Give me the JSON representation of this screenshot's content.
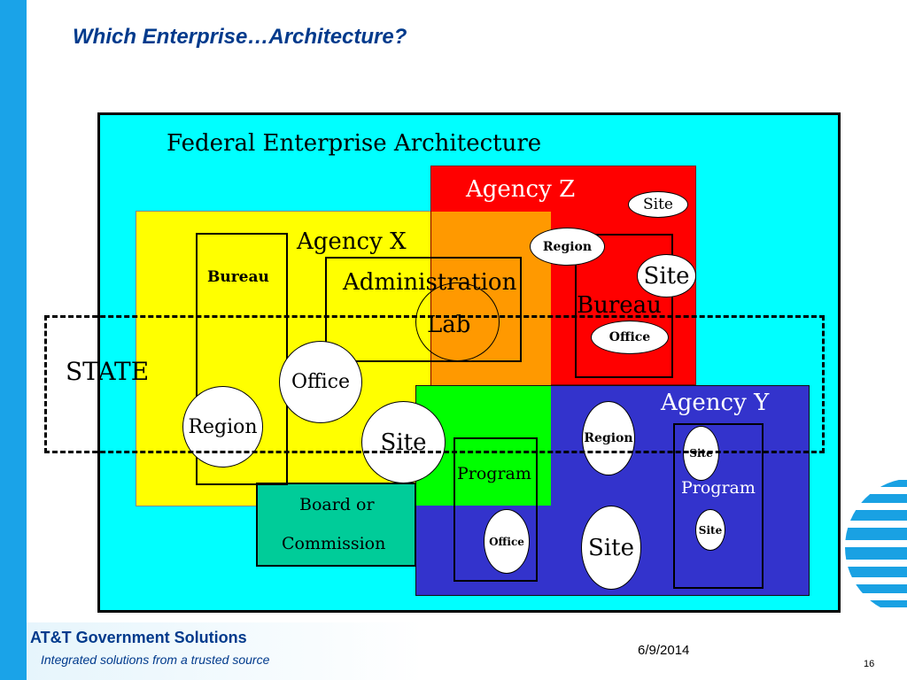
{
  "slide": {
    "title": "Which Enterprise…Architecture?",
    "footer": {
      "company": "AT&T Government Solutions",
      "tagline": "Integrated solutions from a trusted source",
      "date": "6/9/2014",
      "page_number": "16"
    }
  },
  "diagram": {
    "federal": "Federal Enterprise Architecture",
    "state": "STATE",
    "agency_x": {
      "label": "Agency X",
      "bureau": "Bureau",
      "administration": "Administration",
      "lab": "Lab",
      "office": "Office",
      "region": "Region",
      "site": "Site",
      "board_line1": "Board or",
      "board_line2": "Commission"
    },
    "agency_z": {
      "label": "Agency Z",
      "site_top": "Site",
      "region": "Region",
      "site": "Site",
      "bureau": "Bureau",
      "office": "Office"
    },
    "agency_y": {
      "label": "Agency Y",
      "program_left": "Program",
      "office": "Office",
      "region": "Region",
      "site": "Site",
      "program_right": "Program",
      "site_upper": "Site",
      "site_lower": "Site"
    }
  },
  "colors": {
    "sidebar": "#1aa3e8",
    "federal_bg": "#00ffff",
    "agency_x": "#ffff00",
    "agency_z": "#ff0000",
    "agency_y": "#3333cc",
    "overlap_xz": "#ff9900",
    "overlap_xy": "#00ff00",
    "board": "#00cc99",
    "title_text": "#003a8c"
  }
}
